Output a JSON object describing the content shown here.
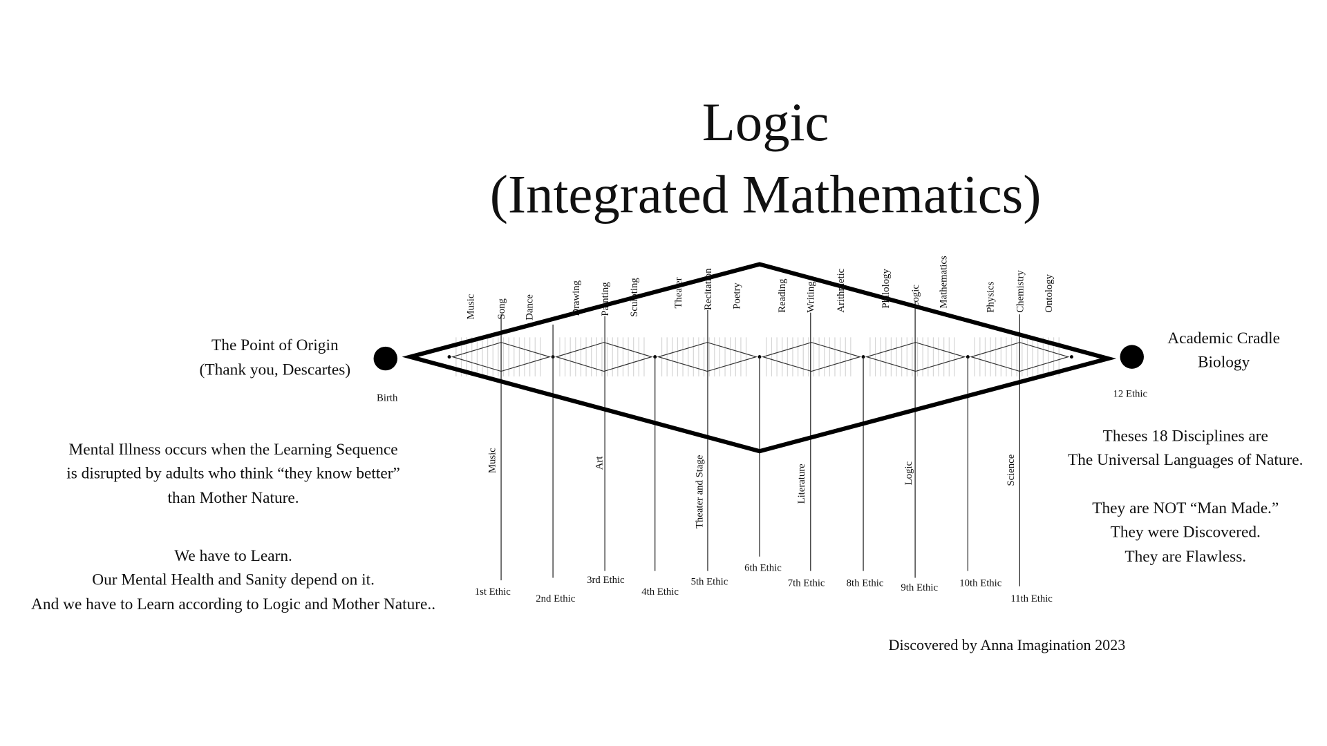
{
  "title": {
    "line1": "Logic",
    "line2": "(Integrated Mathematics)"
  },
  "origin": {
    "line1": "The Point of Origin",
    "line2": "(Thank you, Descartes)",
    "birth": "Birth"
  },
  "cradle": {
    "line1": "Academic Cradle",
    "line2": "Biology",
    "end": "12 Ethic"
  },
  "left_text": {
    "p1": [
      "Mental Illness occurs when the Learning Sequence",
      "is disrupted by adults who think “they know better”",
      "than Mother Nature."
    ],
    "p2": [
      "We have to Learn.",
      "Our Mental Health and Sanity depend on it.",
      "And we have to Learn according to Logic and Mother Nature.."
    ]
  },
  "right_text": {
    "p1": [
      "Theses 18 Disciplines are",
      "The Universal Languages of Nature."
    ],
    "p2": [
      "They are NOT “Man Made.”",
      "They were Discovered.",
      "They are Flawless."
    ]
  },
  "disciplines": [
    "Music",
    "Song",
    "Dance",
    "Drawing",
    "Painting",
    "Sculpting",
    "Theater",
    "Recitation",
    "Poetry",
    "Reading",
    "Writing",
    "Arithmetic",
    "Philology",
    "Logic",
    "Mathematics",
    "Physics",
    "Chemistry",
    "Ontology"
  ],
  "groups": [
    "Music",
    "Art",
    "Theater and Stage",
    "Literature",
    "Logic",
    "Science"
  ],
  "ethics": [
    "1st Ethic",
    "2nd Ethic",
    "3rd Ethic",
    "4th Ethic",
    "5th Ethic",
    "6th Ethic",
    "7th Ethic",
    "8th Ethic",
    "9th Ethic",
    "10th Ethic",
    "11th Ethic"
  ],
  "credit": "Discovered by Anna Imagination 2023"
}
